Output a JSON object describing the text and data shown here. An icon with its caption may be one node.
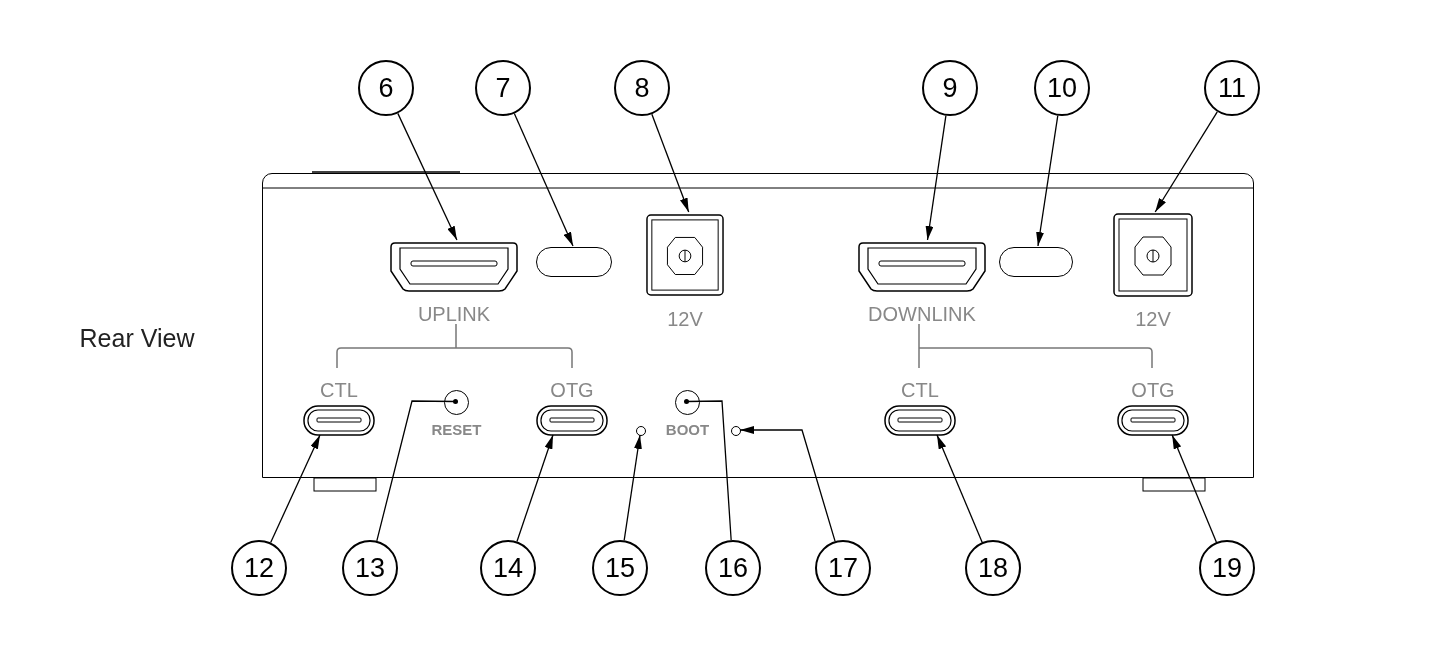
{
  "diagram": {
    "nodes": [
      {
        "text": [
          "6"
        ]
      },
      {
        "text": [
          "7"
        ]
      },
      {
        "text": [
          "8"
        ]
      },
      {
        "text": [
          "9"
        ]
      },
      {
        "text": [
          "10"
        ]
      },
      {
        "text": [
          "11"
        ]
      },
      {
        "text": [],
        "shape": "box"
      },
      {
        "text": [],
        "shape": "picture",
        "in": 6,
        "beside": [
          "UPLINK"
        ]
      },
      {
        "text": [],
        "shape": "box",
        "in": 6
      },
      {
        "text": [],
        "shape": "picture",
        "in": 6,
        "beside": [
          "12V"
        ]
      },
      {
        "text": [],
        "shape": "picture",
        "in": 6,
        "beside": [
          "DOWNLINK"
        ]
      },
      {
        "text": [],
        "shape": "box",
        "in": 6
      },
      {
        "text": [],
        "shape": "picture",
        "in": 6,
        "beside": [
          "12V"
        ]
      },
      {
        "text": [],
        "shape": "picture",
        "in": 6,
        "beside": [
          "CTL"
        ]
      },
      {
        "text": [],
        "shape": "circle",
        "in": 6,
        "beside": [
          "RESET"
        ]
      },
      {
        "text": [],
        "shape": "picture",
        "in": 6,
        "beside": [
          "OTG"
        ]
      },
      {
        "text": [],
        "shape": "circle",
        "in": 6
      },
      {
        "text": [],
        "shape": "circle",
        "in": 6,
        "beside": [
          "BOOT"
        ]
      },
      {
        "text": [],
        "shape": "circle",
        "in": 6
      },
      {
        "text": [],
        "shape": "picture",
        "in": 6,
        "beside": [
          "CTL"
        ]
      },
      {
        "text": [],
        "shape": "picture",
        "in": 6,
        "beside": [
          "OTG"
        ]
      },
      {
        "text": [
          "12"
        ]
      },
      {
        "text": [
          "13"
        ]
      },
      {
        "text": [
          "14"
        ]
      },
      {
        "text": [
          "15"
        ]
      },
      {
        "text": [
          "16"
        ]
      },
      {
        "text": [
          "17"
        ]
      },
      {
        "text": [
          "18"
        ]
      },
      {
        "text": [
          "19"
        ]
      }
    ],
    "edges": [
      {
        "from": 0,
        "to": 7,
        "arrow": "to"
      },
      {
        "from": 1,
        "to": 8,
        "arrow": "to"
      },
      {
        "from": 2,
        "to": 9,
        "arrow": "to"
      },
      {
        "from": 3,
        "to": 10,
        "arrow": "to"
      },
      {
        "from": 4,
        "to": 11,
        "arrow": "to"
      },
      {
        "from": 5,
        "to": 12,
        "arrow": "to"
      },
      {
        "from": 21,
        "to": 13,
        "arrow": "to"
      },
      {
        "from": 22,
        "to": 14,
        "arrow": "other"
      },
      {
        "from": 23,
        "to": 15,
        "arrow": "to"
      },
      {
        "from": 24,
        "to": 16,
        "arrow": "to"
      },
      {
        "from": 25,
        "to": 17,
        "arrow": "other"
      },
      {
        "from": 26,
        "to": 18,
        "arrow": "to"
      },
      {
        "from": 27,
        "to": 19,
        "arrow": "to"
      },
      {
        "from": 28,
        "to": 20,
        "arrow": "to"
      }
    ],
    "labels": [
      "Rear View"
    ]
  }
}
